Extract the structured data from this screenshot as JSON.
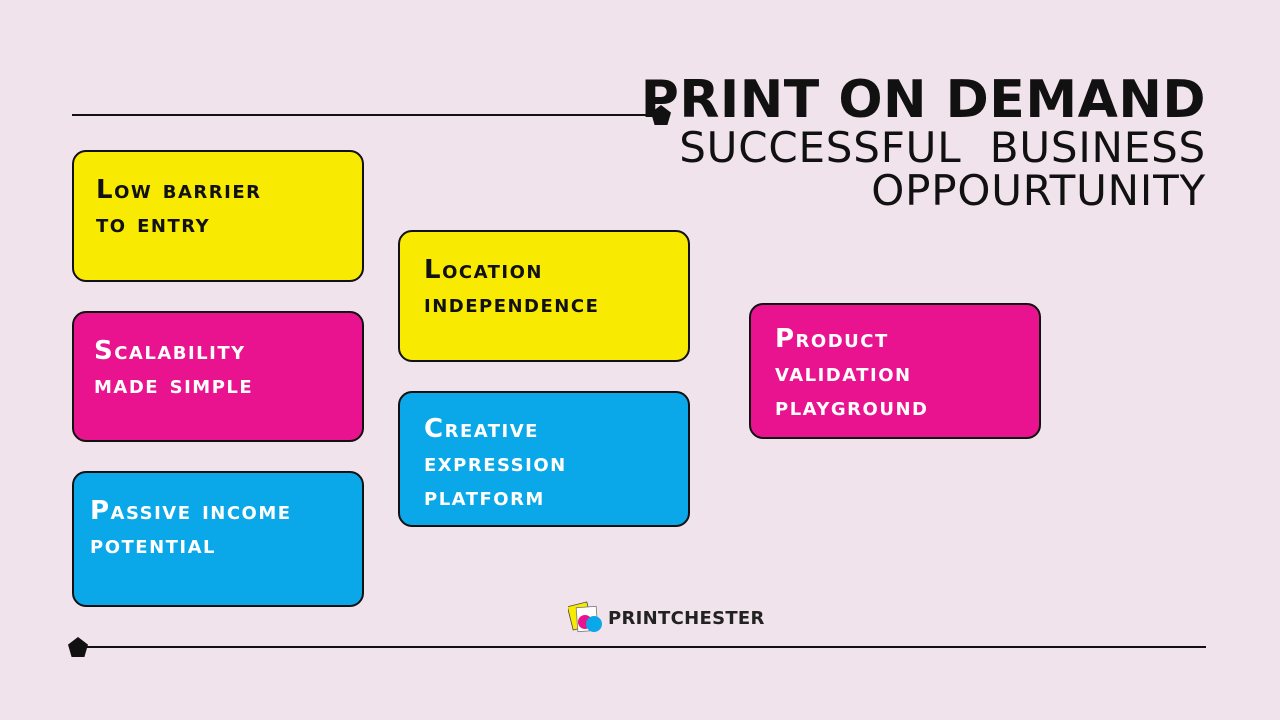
{
  "title": {
    "main": "PRINT ON DEMAND",
    "sub_line1": "SUCCESSFUL  BUSINESS",
    "sub_line2": "OPPOURTUNITY"
  },
  "cards": [
    {
      "line1": "Low barrier",
      "line2": "to entry",
      "line3": "",
      "color": "yellow"
    },
    {
      "line1": "Scalability",
      "line2": "made simple",
      "line3": "",
      "color": "magenta"
    },
    {
      "line1": "Passive income",
      "line2": "potential",
      "line3": "",
      "color": "cyan"
    },
    {
      "line1": "Location",
      "line2": "independence",
      "line3": "",
      "color": "yellow"
    },
    {
      "line1": "Creative",
      "line2": "expression",
      "line3": "platform",
      "color": "cyan"
    },
    {
      "line1": "Product",
      "line2": "validation",
      "line3": "playground",
      "color": "magenta"
    }
  ],
  "logo": {
    "text": "PRINTCHESTER"
  },
  "colors": {
    "background": "#f1e3ec",
    "yellow": "#f8ea00",
    "magenta": "#ea138f",
    "cyan": "#0aa8e8",
    "ink": "#111111"
  },
  "icons": [
    "printchester-logo-icon",
    "pentagon-bullet-icon"
  ]
}
